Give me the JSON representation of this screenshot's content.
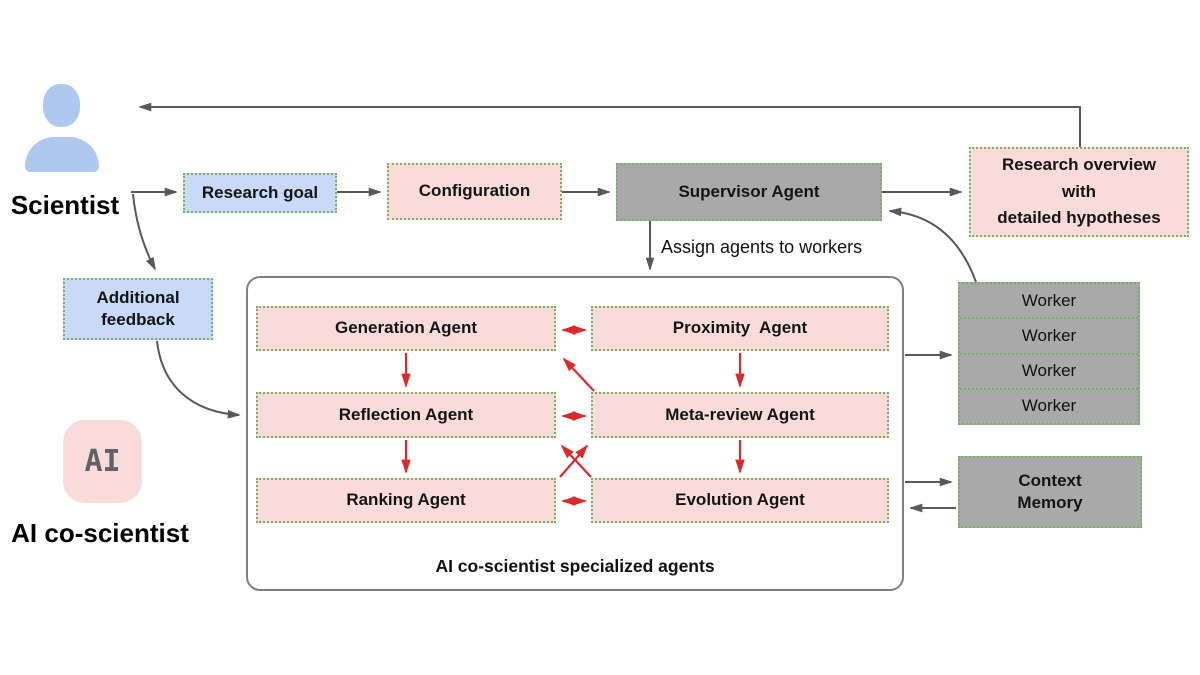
{
  "colors": {
    "box-pink": "#f9dcda",
    "box-blue": "#c9daf8",
    "box-gray": "#a9a9a9",
    "border-green": "#74b35c",
    "container-border": "#7f7f7f",
    "arrow-gray": "#595959",
    "arrow-red": "#d92b2b",
    "person-blue": "#aec8f0",
    "ai-text-gray": "#5f6368"
  },
  "scientist": {
    "label": "Scientist"
  },
  "flow": {
    "research_goal": "Research goal",
    "configuration": "Configuration",
    "supervisor_agent": "Supervisor Agent",
    "research_overview": "Research overview\nwith\ndetailed hypotheses",
    "additional_feedback": "Additional\nfeedback",
    "assign_note": "Assign agents to workers"
  },
  "agents": {
    "caption": "AI co-scientist specialized agents",
    "left": [
      "Generation Agent",
      "Reflection Agent",
      "Ranking Agent"
    ],
    "right": [
      "Proximity  Agent",
      "Meta-review Agent",
      "Evolution Agent"
    ]
  },
  "workers": [
    "Worker",
    "Worker",
    "Worker",
    "Worker"
  ],
  "context_memory": "Context\nMemory",
  "ai_branding": {
    "icon_text": "AI",
    "caption": "AI co-scientist"
  }
}
